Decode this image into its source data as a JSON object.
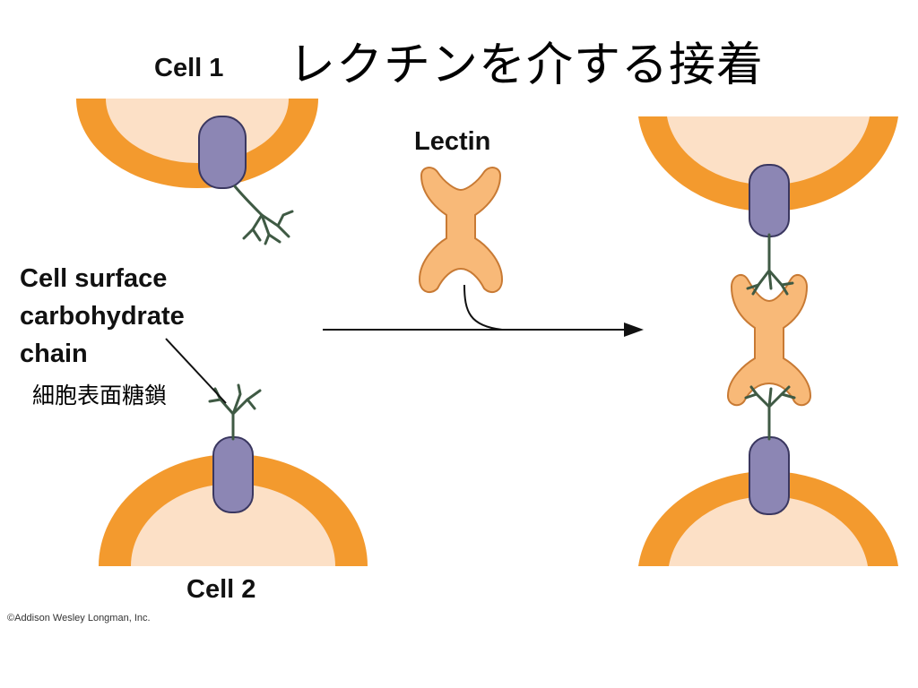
{
  "title": "レクチンを介する接着",
  "labels": {
    "cell1": "Cell 1",
    "cell2": "Cell 2",
    "lectin": "Lectin",
    "carbohydrate_chain": "Cell surface carbohydrate chain",
    "carbohydrate_chain_jp": "細胞表面糖鎖"
  },
  "copyright": "©Addison Wesley Longman, Inc.",
  "colors": {
    "membrane": "#f39a2e",
    "cytoplasm": "#fce0c6",
    "receptor": "#8c86b4",
    "lectin": "#f8b978",
    "sugar_chain": "#3f5a44"
  }
}
